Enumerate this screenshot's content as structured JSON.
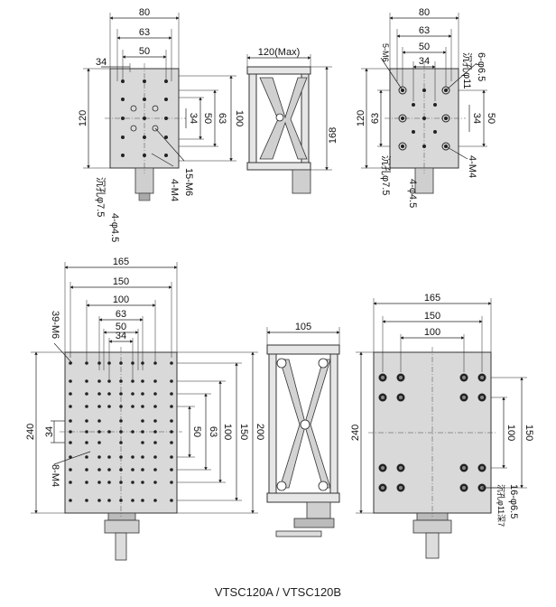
{
  "caption": "VTSC120A / VTSC120B",
  "top_left": {
    "dims": [
      "80",
      "63",
      "50",
      "34",
      "120",
      "100",
      "63",
      "34",
      "50"
    ],
    "callouts": [
      "15-M6",
      "4-M4",
      "沉孔φ7.5",
      "4-φ4.5"
    ]
  },
  "top_middle": {
    "dims": [
      "120(Max)",
      "168"
    ]
  },
  "top_right": {
    "dims": [
      "80",
      "63",
      "50",
      "34",
      "120",
      "63",
      "34",
      "50"
    ],
    "callouts": [
      "6-φ6.5",
      "沉孔φ11",
      "5-M6",
      "4-M4",
      "沉孔φ7.5",
      "4-φ4.5"
    ]
  },
  "bottom_left": {
    "dims": [
      "165",
      "150",
      "100",
      "63",
      "50",
      "34",
      "240",
      "34",
      "50",
      "63",
      "100",
      "150",
      "200"
    ],
    "callouts": [
      "39-M6",
      "8-M4"
    ]
  },
  "bottom_middle": {
    "dims": [
      "105"
    ]
  },
  "bottom_right": {
    "dims": [
      "165",
      "150",
      "100",
      "240",
      "100",
      "150"
    ],
    "callouts": [
      "16-φ6.5",
      "沉孔φ11深7"
    ]
  }
}
